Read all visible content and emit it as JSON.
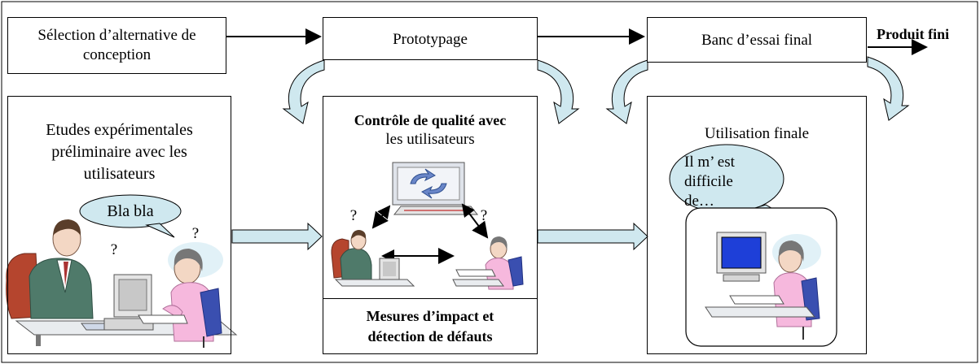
{
  "diagram": {
    "top_row": {
      "selection": "Sélection d’alternative de conception",
      "prototypage": "Prototypage",
      "banc": "Banc d’essai final",
      "produit": "Produit fini"
    },
    "panels": {
      "etudes": {
        "title": "Etudes expérimentales préliminaire avec les utilisateurs",
        "bubble": "Bla bla",
        "question": "?"
      },
      "controle": {
        "title_line1": "Contrôle de qualité avec",
        "title_line2": "les utilisateurs",
        "question_left": "?",
        "question_right": "?",
        "mesures": "Mesures d’impact et détection de défauts"
      },
      "utilisation": {
        "title": "Utilisation finale",
        "bubble": "Il m’ est difficile de…"
      }
    },
    "colors": {
      "arrow_fill": "#cfe8ef",
      "bubble_fill": "#cfe8ef",
      "monitor_screen": "#1e3fd8",
      "skin": "#f3d7c4",
      "suit": "#4f7a6a"
    }
  }
}
